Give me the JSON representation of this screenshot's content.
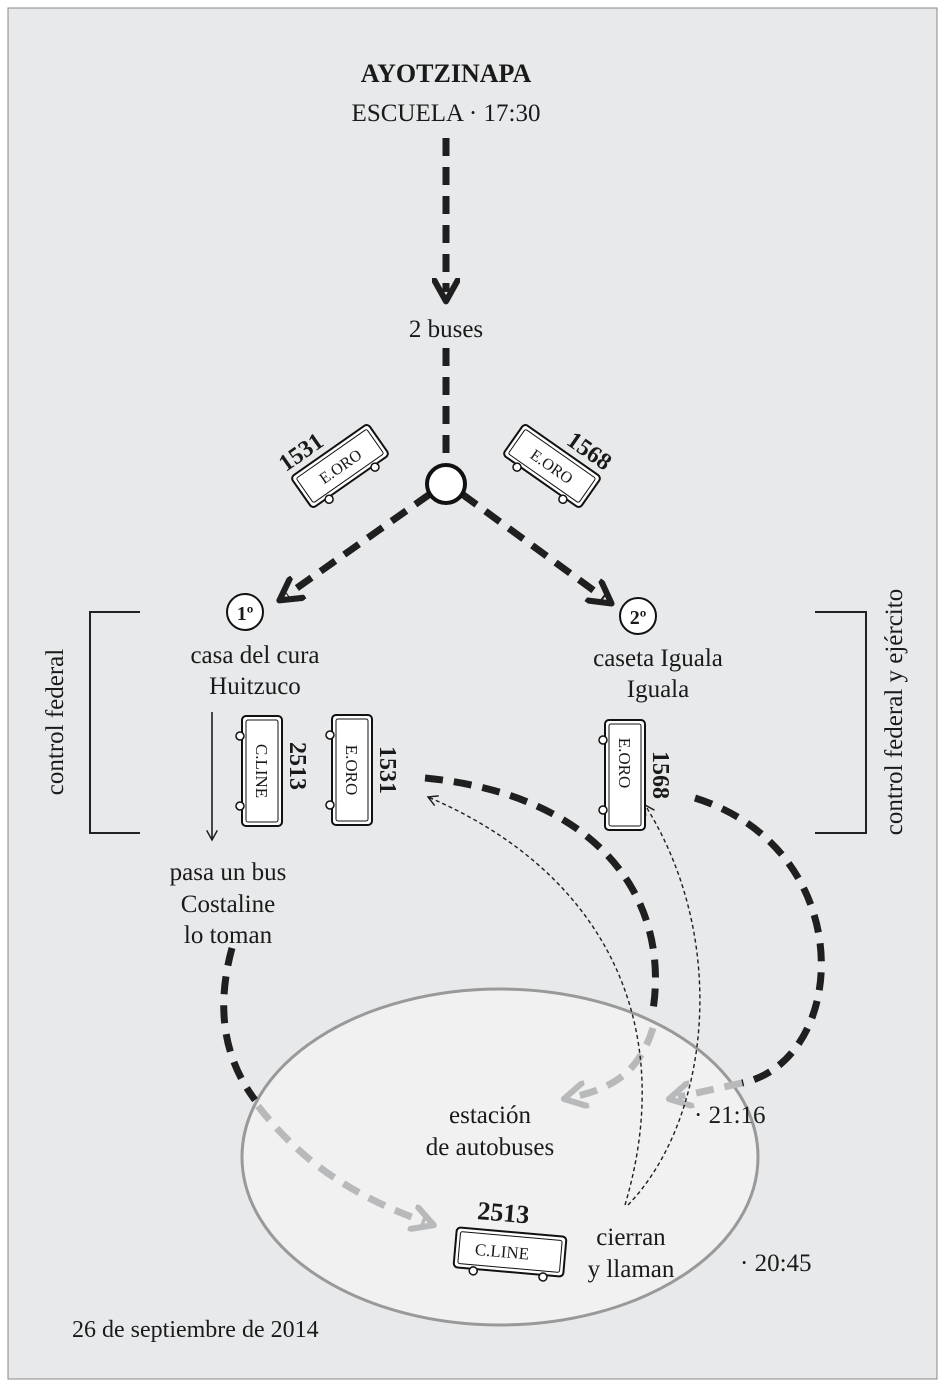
{
  "title": "AYOTZINAPA",
  "start": "ESCUELA · 17:30",
  "split": "2 buses",
  "first": {
    "num": "1º",
    "place1": "casa del cura",
    "place2": "Huitzuco"
  },
  "second": {
    "num": "2º",
    "place1": "caseta Iguala",
    "place2": "Iguala"
  },
  "left_bracket": "control federal",
  "right_bracket": "control federal y ejército",
  "pass_text": [
    "pasa un bus",
    "Costaline",
    "lo toman"
  ],
  "station": [
    "estación",
    "de autobuses"
  ],
  "close_text": [
    "cierran",
    "y llaman"
  ],
  "time_2116": "· 21:16",
  "time_2045": "· 20:45",
  "date": "26 de septiembre de 2014",
  "buses": {
    "b1531_top": {
      "number": "1531",
      "label": "E.ORO"
    },
    "b1568_top": {
      "number": "1568",
      "label": "E.ORO"
    },
    "b2513_mid": {
      "number": "2513",
      "label": "C.LINE"
    },
    "b1531_mid": {
      "number": "1531",
      "label": "E.ORO"
    },
    "b1568_mid": {
      "number": "1568",
      "label": "E.ORO"
    },
    "b2513_station": {
      "number": "2513",
      "label": "C.LINE"
    }
  },
  "colors": {
    "background": "#e8e9ea",
    "dark": "#1f1f1f",
    "light_arrow": "#b8b9ba",
    "ellipse_fill": "#f1f1f2",
    "ellipse_stroke": "#999999"
  }
}
